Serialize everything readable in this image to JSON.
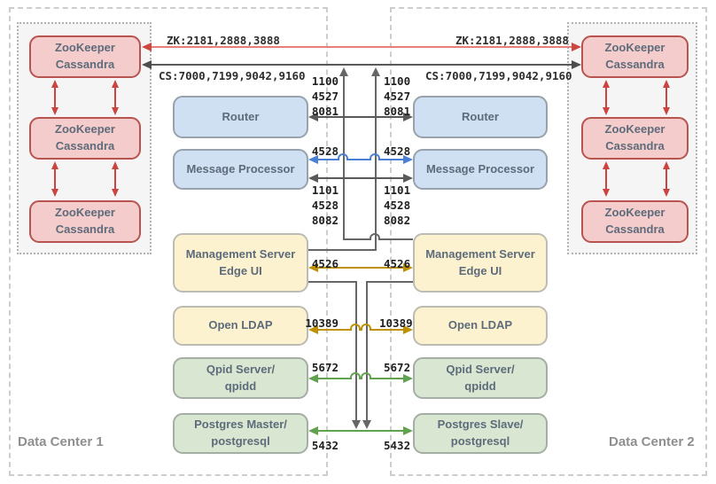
{
  "datacenters": {
    "dc1": {
      "label": "Data Center 1"
    },
    "dc2": {
      "label": "Data Center 2"
    }
  },
  "cluster_node": "ZooKeeper\nCassandra",
  "links": {
    "zk": "ZK:2181,2888,3888",
    "cs": "CS:7000,7199,9042,9160"
  },
  "components": {
    "router": "Router",
    "message_processor": "Message Processor",
    "management_server": "Management Server\nEdge UI",
    "open_ldap": "Open LDAP",
    "qpid": "Qpid Server/\nqpidd",
    "postgres_master": "Postgres Master/\npostgresql",
    "postgres_slave": "Postgres Slave/\npostgresql"
  },
  "ports": {
    "router": "1100\n4527\n8081",
    "mp_sync": "4528",
    "mp_mgmt": "1101\n4528\n8082",
    "management": "4526",
    "ldap": "10389",
    "qpid": "5672",
    "postgres": "5432"
  },
  "colors": {
    "zk_link": "#e57f79",
    "zk_arrowhead": "#cf453f",
    "cs_link": "#595959",
    "cassandra_arrow": "#cc4340",
    "sync_blue": "#4a7fd6",
    "mgmt_gold": "#bf9000",
    "data_green": "#60a24d",
    "node_pink": "#f4cccc",
    "node_blue": "#cfe0f2",
    "node_cream": "#fdf2cf",
    "node_green": "#d9e7d2",
    "frame_dash": "#cdcdcd"
  }
}
